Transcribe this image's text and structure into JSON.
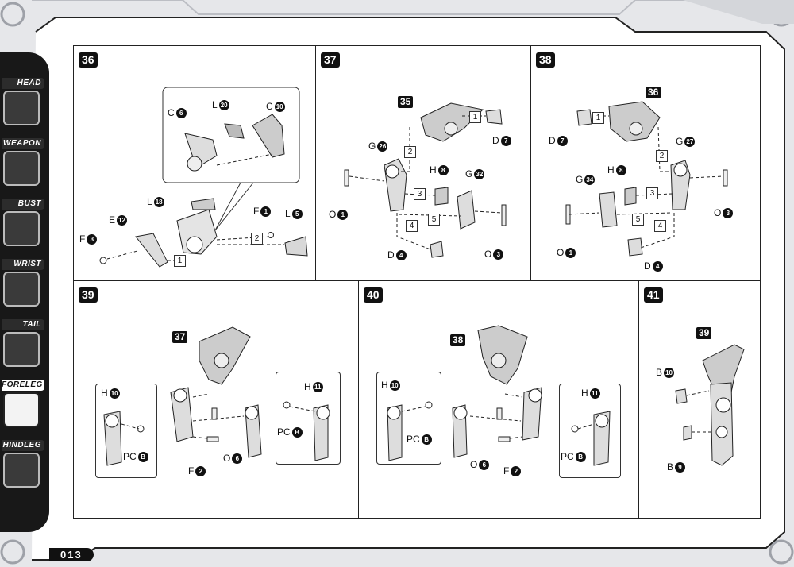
{
  "sidebar": {
    "tabs": [
      {
        "label": "HEAD",
        "active": false
      },
      {
        "label": "WEAPON",
        "active": false
      },
      {
        "label": "BUST",
        "active": false
      },
      {
        "label": "WRIST",
        "active": false
      },
      {
        "label": "TAIL",
        "active": false
      },
      {
        "label": "FORELEG",
        "active": true
      },
      {
        "label": "HINDLEG",
        "active": false
      }
    ]
  },
  "page_number": "013",
  "steps": {
    "s36": {
      "num": "36",
      "labels": {
        "c6_letter": "C",
        "c6_num": "6",
        "l20_letter": "L",
        "l20_num": "20",
        "c10_letter": "C",
        "c10_num": "10",
        "l18_letter": "L",
        "l18_num": "18",
        "e12_letter": "E",
        "e12_num": "12",
        "f1_letter": "F",
        "f1_num": "1",
        "l5_letter": "L",
        "l5_num": "5",
        "f3_letter": "F",
        "f3_num": "3"
      },
      "seq": {
        "a": "1",
        "b": "2"
      }
    },
    "s37": {
      "num": "37",
      "ref": "35",
      "labels": {
        "d7_letter": "D",
        "d7_num": "7",
        "g26_letter": "G",
        "g26_num": "26",
        "h8_letter": "H",
        "h8_num": "8",
        "g32_letter": "G",
        "g32_num": "32",
        "o1_letter": "O",
        "o1_num": "1",
        "d4_letter": "D",
        "d4_num": "4",
        "o3_letter": "O",
        "o3_num": "3"
      },
      "seq": {
        "a": "1",
        "b": "2",
        "c": "3",
        "d": "4",
        "e": "5"
      }
    },
    "s38": {
      "num": "38",
      "ref": "36",
      "labels": {
        "d7_letter": "D",
        "d7_num": "7",
        "g27_letter": "G",
        "g27_num": "27",
        "h8_letter": "H",
        "h8_num": "8",
        "g34_letter": "G",
        "g34_num": "34",
        "o3_letter": "O",
        "o3_num": "3",
        "o1_letter": "O",
        "o1_num": "1",
        "d4_letter": "D",
        "d4_num": "4"
      },
      "seq": {
        "a": "1",
        "b": "2",
        "c": "3",
        "d": "4",
        "e": "5"
      }
    },
    "s39": {
      "num": "39",
      "ref": "37",
      "labels": {
        "h10_letter": "H",
        "h10_num": "10",
        "pcb1_letter": "PC",
        "pcb1_num": "B",
        "f2_letter": "F",
        "f2_num": "2",
        "o6_letter": "O",
        "o6_num": "6",
        "h11_letter": "H",
        "h11_num": "11",
        "pcb2_letter": "PC",
        "pcb2_num": "B"
      }
    },
    "s40": {
      "num": "40",
      "ref": "38",
      "labels": {
        "h10_letter": "H",
        "h10_num": "10",
        "pcb1_letter": "PC",
        "pcb1_num": "B",
        "o6_letter": "O",
        "o6_num": "6",
        "f2_letter": "F",
        "f2_num": "2",
        "h11_letter": "H",
        "h11_num": "11",
        "pcb2_letter": "PC",
        "pcb2_num": "B"
      }
    },
    "s41": {
      "num": "41",
      "ref": "39",
      "labels": {
        "b10_letter": "B",
        "b10_num": "10",
        "b9_letter": "B",
        "b9_num": "9"
      }
    }
  }
}
